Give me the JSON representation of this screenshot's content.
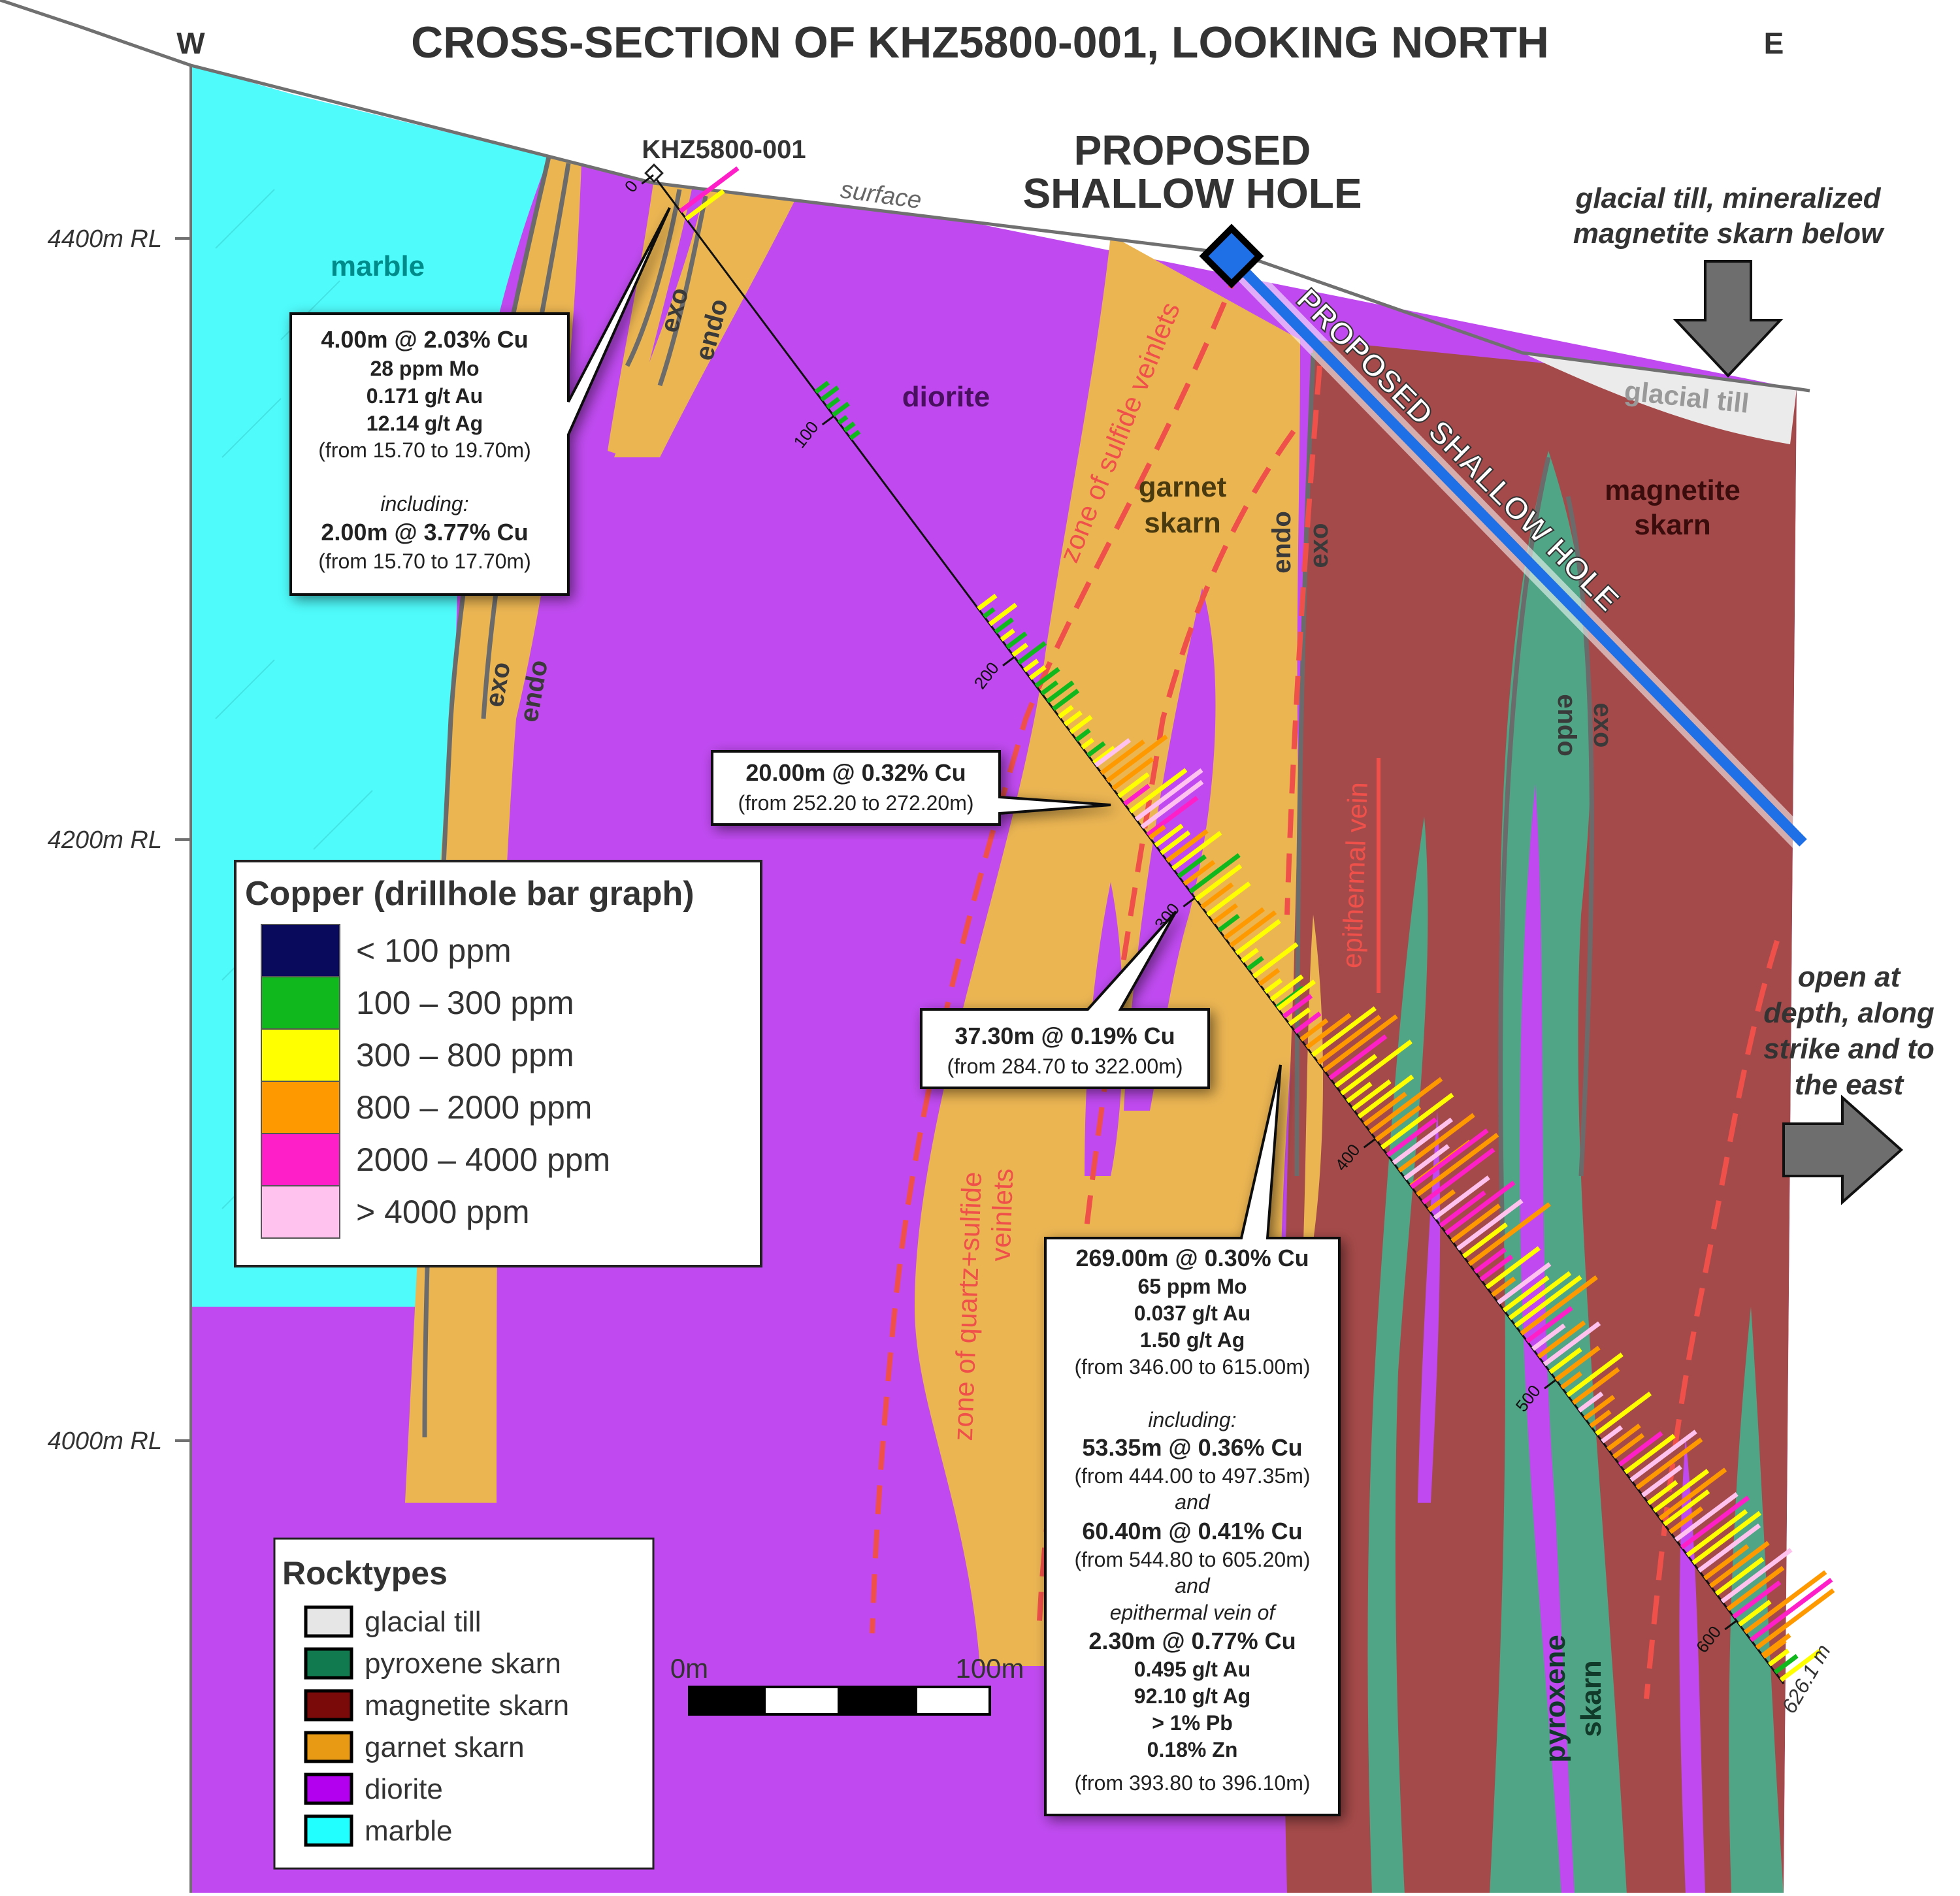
{
  "title": "CROSS-SECTION OF KHZ5800-001, LOOKING NORTH",
  "compass": {
    "west": "W",
    "east": "E"
  },
  "elevation_labels": [
    "4400m RL",
    "4200m RL",
    "4000m RL"
  ],
  "surface_label": "surface",
  "drillhole": {
    "name": "KHZ5800-001",
    "depth_ticks": [
      "0",
      "100",
      "200",
      "300",
      "400",
      "500",
      "600"
    ],
    "end_depth": "626.1 m"
  },
  "proposed": {
    "heading_line1": "PROPOSED",
    "heading_line2": "SHALLOW HOLE",
    "along_hole": "PROPOSED SHALLOW HOLE"
  },
  "rock_labels": {
    "marble": "marble",
    "diorite": "diorite",
    "garnet_skarn_line1": "garnet",
    "garnet_skarn_line2": "skarn",
    "magnetite_line1": "magnetite",
    "magnetite_line2": "skarn",
    "pyroxene_line1": "pyroxene",
    "pyroxene_line2": "skarn",
    "glacial_till": "glacial till",
    "exo": "exo",
    "endo": "endo"
  },
  "zone_labels": {
    "sulfide_veinlets": "zone of sulfide veinlets",
    "quartz_sulfide_line1": "zone of quartz+sulfide",
    "quartz_sulfide_line2": "veinlets",
    "epithermal_vein": "epithermal vein"
  },
  "notes": {
    "glacial_line1": "glacial till, mineralized",
    "glacial_line2": "magnetite skarn below",
    "open_line1": "open at",
    "open_line2": "depth, along",
    "open_line3": "strike and to",
    "open_line4": "the east"
  },
  "callouts": {
    "c1": {
      "l1": "4.00m @ 2.03% Cu",
      "l2": "28 ppm Mo",
      "l3": "0.171 g/t Au",
      "l4": "12.14 g/t Ag",
      "l5": "(from 15.70 to 19.70m)",
      "l6": "including:",
      "l7": "2.00m @ 3.77% Cu",
      "l8": "(from 15.70 to 17.70m)"
    },
    "c2": {
      "l1": "20.00m @ 0.32% Cu",
      "l2": "(from 252.20 to 272.20m)"
    },
    "c3": {
      "l1": "37.30m @ 0.19% Cu",
      "l2": "(from 284.70 to 322.00m)"
    },
    "c4": {
      "l1": "269.00m @ 0.30% Cu",
      "l2": "65 ppm Mo",
      "l3": "0.037 g/t Au",
      "l4": "1.50 g/t Ag",
      "l5": "(from 346.00 to 615.00m)",
      "l6": "including:",
      "l7": "53.35m @ 0.36% Cu",
      "l8": "(from 444.00 to 497.35m)",
      "l9": "and",
      "l10": "60.40m @ 0.41% Cu",
      "l11": "(from 544.80 to 605.20m)",
      "l12": "and",
      "l13": "epithermal vein of",
      "l14": "2.30m @ 0.77% Cu",
      "l15": "0.495 g/t Au",
      "l16": "92.10 g/t Ag",
      "l17": "> 1% Pb",
      "l18": "0.18% Zn",
      "l19": "(from 393.80 to 396.10m)"
    }
  },
  "copper_legend": {
    "title": "Copper (drillhole bar graph)",
    "items": [
      {
        "label": "< 100 ppm",
        "color": "#0a0a5c"
      },
      {
        "label": "100 – 300 ppm",
        "color": "#10b81e"
      },
      {
        "label": "300 – 800 ppm",
        "color": "#ffff00"
      },
      {
        "label": "800 – 2000 ppm",
        "color": "#ff9900"
      },
      {
        "label": "2000 – 4000 ppm",
        "color": "#ff1fc8"
      },
      {
        "label": "> 4000 ppm",
        "color": "#ffc2ee"
      }
    ]
  },
  "rock_legend": {
    "title": "Rocktypes",
    "items": [
      {
        "label": "glacial till",
        "color": "#e6e6e6"
      },
      {
        "label": "pyroxene skarn",
        "color": "#117a4e"
      },
      {
        "label": "magnetite skarn",
        "color": "#7a0a0a"
      },
      {
        "label": "garnet skarn",
        "color": "#e89a14"
      },
      {
        "label": "diorite",
        "color": "#b300ee"
      },
      {
        "label": "marble",
        "color": "#22ffff"
      }
    ]
  },
  "scale_bar": {
    "start": "0m",
    "end": "100m"
  },
  "colors": {
    "marble": "#4ffbfb",
    "diorite": "#c04af0",
    "garnet": "#ebb552",
    "magnetite": "#a54a4a",
    "pyroxene": "#4fa586",
    "till": "#ebebeb",
    "proposed_hole": "#1f6fe6",
    "zone_dash": "#f0504a"
  }
}
